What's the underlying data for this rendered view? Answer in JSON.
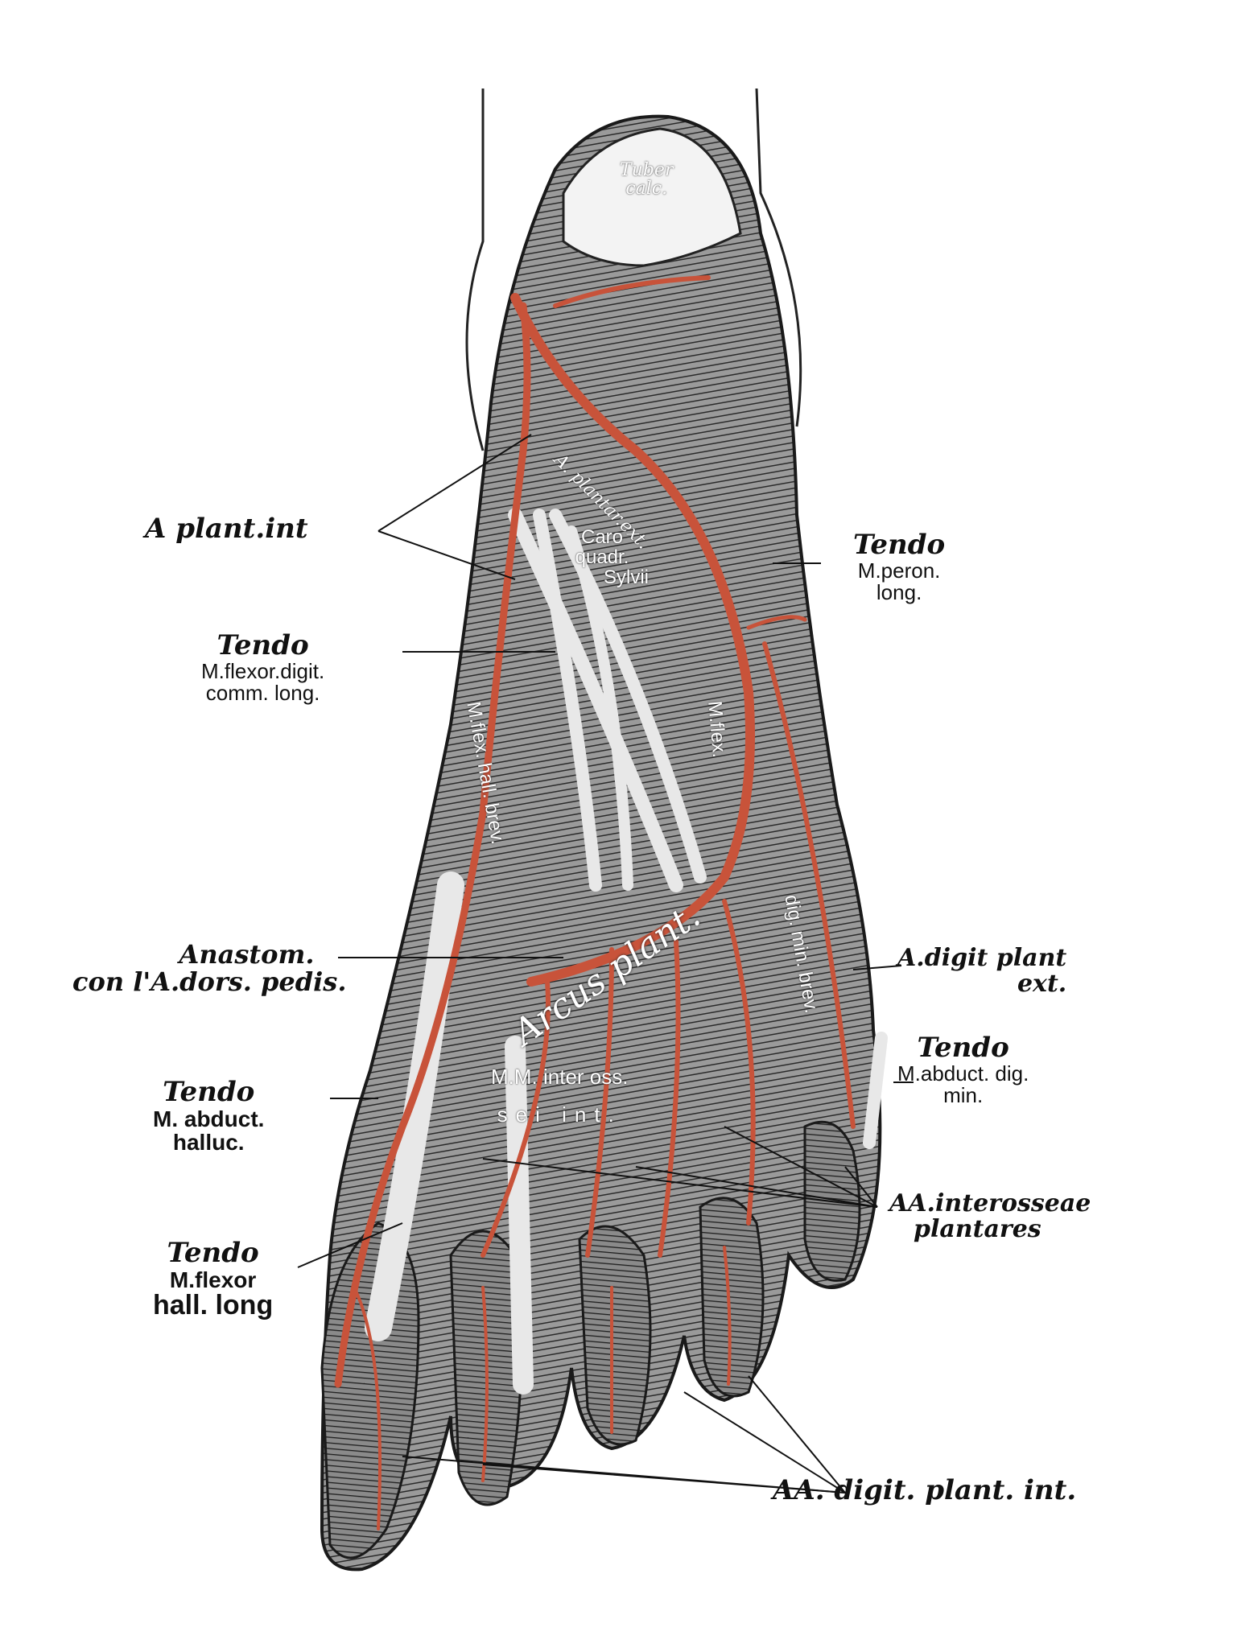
{
  "colors": {
    "artery": "#c8533a",
    "tissue": "#6e6e6e",
    "outline": "#222222",
    "background": "#ffffff"
  },
  "labels": {
    "a_plant_int": "A plant.int",
    "tendo_peron": [
      "Tendo",
      "M.peron.",
      "long."
    ],
    "tendo_flexor_digit": [
      "Tendo",
      "M.flexor.digit.",
      "comm. long."
    ],
    "anastom": [
      "Anastom.",
      "con l'A.dors. pedis."
    ],
    "a_digit_plant_ext": [
      "A.digit plant",
      "ext."
    ],
    "tendo_abduct_dig_min": [
      "Tendo",
      "M.abduct. dig.",
      "min."
    ],
    "tendo_abduct_halluc": [
      "Tendo",
      "M. abduct.",
      "halluc."
    ],
    "aa_interosseae": [
      "AA.interosseae",
      "plantares"
    ],
    "tendo_flexor_hall": [
      "Tendo",
      "M.flexor",
      "hall. long"
    ],
    "aa_digit_plant_int": "AA. digit. plant. int."
  },
  "inner_labels": {
    "tuber_calc": [
      "Tuber",
      "calc."
    ],
    "a_plantar_ext": "A. plantar.ext.",
    "caro_quadr": [
      "Caro",
      "quadr.",
      "Sylvii"
    ],
    "m_flex_hall_brev": "M.flex. hall. brev.",
    "m_flex_dig_min": "M.flex.",
    "dig_min_brev": "dig. min. brev.",
    "arcus_plant": "Arcus plant.",
    "mm_inteross": [
      "M.M. inter oss.",
      "sei int."
    ],
    "arcus_plant_upper": "plant."
  }
}
